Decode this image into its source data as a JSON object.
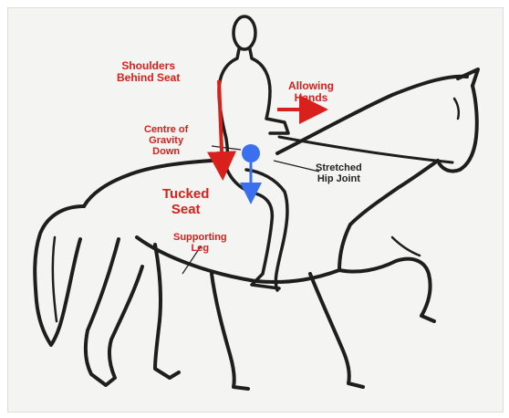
{
  "diagram": {
    "colors": {
      "outline": "#1e1e1e",
      "annotation": "#d8201c",
      "center_of_gravity": "#3a6ff0",
      "background": "#f4f4f2"
    },
    "labels": {
      "shoulders_l1": "Shoulders",
      "shoulders_l2": "Behind Seat",
      "hands_l1": "Allowing",
      "hands_l2": "Hands",
      "centre_l1": "Centre of",
      "centre_l2": "Gravity",
      "centre_l3": "Down",
      "hip_l1": "Stretched",
      "hip_l2": "Hip Joint",
      "seat_l1": "Tucked",
      "seat_l2": "Seat",
      "leg_l1": "Supporting",
      "leg_l2": "Leg"
    }
  }
}
